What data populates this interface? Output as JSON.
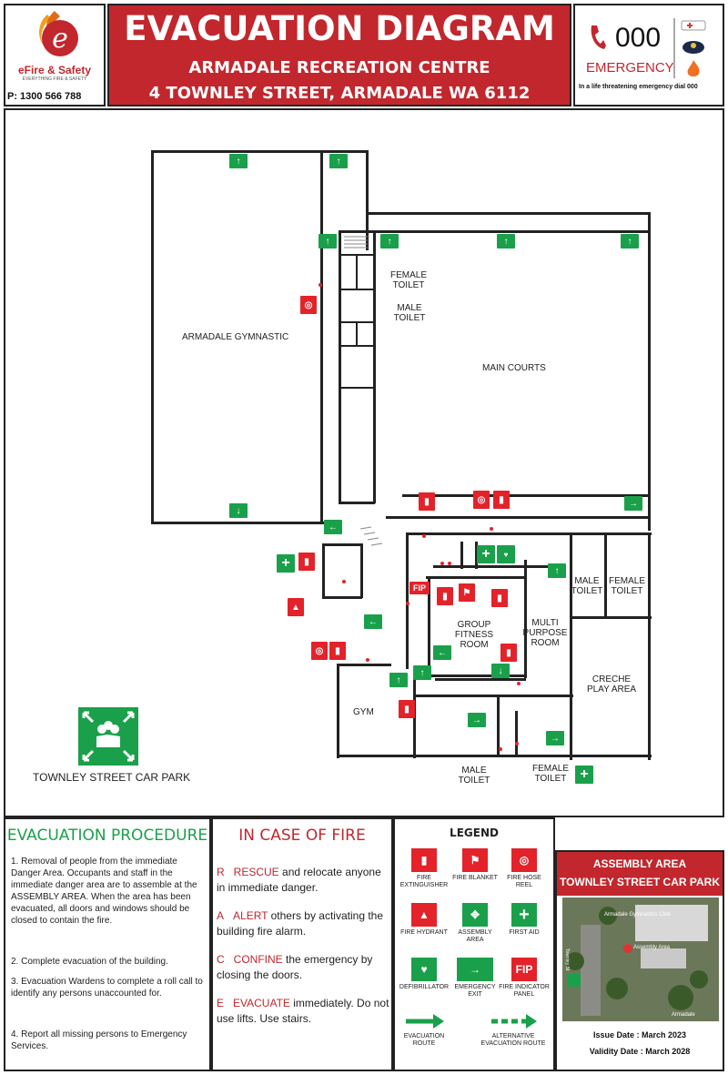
{
  "header": {
    "logo_letter": "e",
    "brand": "eFire & Safety",
    "tagline": "EVERYTHING FIRE & SAFETY",
    "phone": "P: 1300 566 788",
    "title": "EVACUATION DIAGRAM",
    "location": "ARMADALE RECREATION CENTRE",
    "address": "4 TOWNLEY STREET, ARMADALE WA 6112"
  },
  "emergency": {
    "number": "000",
    "label": "EMERGENCY",
    "note": "In a life threatening emergency dial 000"
  },
  "plan": {
    "rooms": {
      "gymnastic": "ARMADALE GYMNASTIC",
      "main_courts": "MAIN COURTS",
      "female_toilet_top": "FEMALE TOILET",
      "male_toilet_top": "MALE TOILET",
      "group_fitness": "GROUP FITNESS ROOM",
      "multi_purpose": "MULTI PURPOSE ROOM",
      "male_toilet_right": "MALE TOILET",
      "female_toilet_right": "FEMALE TOILET",
      "creche": "CRECHE PLAY AREA",
      "gym": "GYM",
      "male_toilet_bottom": "MALE TOILET",
      "female_toilet_bottom": "FEMALE TOILET",
      "car_park": "TOWNLEY STREET CAR PARK"
    },
    "fip_label": "FIP"
  },
  "procedure": {
    "title": "EVACUATION PROCEDURE",
    "items": [
      "1. Removal of people from the immediate Danger Area. Occupants and staff in the immediate danger area are to assemble at the ASSEMBLY AREA. When the area has been evacuated, all doors and windows should be closed to contain the fire.",
      "2. Complete evacuation of the building.",
      "3. Evacuation Wardens to complete a roll call to identify any persons unaccounted for.",
      "4. Report all missing persons to Emergency Services."
    ]
  },
  "fire": {
    "title": "IN CASE OF FIRE",
    "steps": [
      {
        "letter": "R",
        "keyword": "RESCUE",
        "text": " and relocate anyone in immediate danger."
      },
      {
        "letter": "A",
        "keyword": "ALERT",
        "text": " others by activating the building fire alarm."
      },
      {
        "letter": "C",
        "keyword": "CONFINE",
        "text": " the emergency by closing the doors."
      },
      {
        "letter": "E",
        "keyword": "EVACUATE",
        "text": " immediately. Do not use lifts. Use stairs."
      }
    ]
  },
  "legend": {
    "title": "LEGEND",
    "items": [
      {
        "label": "FIRE EXTINGUISHER",
        "icon": "extinguisher-icon"
      },
      {
        "label": "FIRE BLANKET",
        "icon": "fire-blanket-icon"
      },
      {
        "label": "FIRE HOSE REEL",
        "icon": "hose-reel-icon"
      },
      {
        "label": "FIRE HYDRANT",
        "icon": "hydrant-icon"
      },
      {
        "label": "ASSEMBLY AREA",
        "icon": "assembly-icon"
      },
      {
        "label": "FIRST AID",
        "icon": "first-aid-icon"
      },
      {
        "label": "DEFIBRILLATOR",
        "icon": "defibrillator-icon"
      },
      {
        "label": "EMERGENCY EXIT",
        "icon": "exit-icon"
      },
      {
        "label": "FIRE INDICATOR PANEL",
        "icon": "fip-icon"
      },
      {
        "label": "EVACUATION ROUTE",
        "icon": "route-arrow-icon"
      },
      {
        "label": "ALTERNATIVE EVACUATION ROUTE",
        "icon": "dashed-route-arrow-icon"
      }
    ],
    "fip_text": "FIP"
  },
  "assembly": {
    "title_line1": "ASSEMBLY AREA",
    "title_line2": "TOWNLEY STREET CAR PARK",
    "map_label_club": "Armadale Gymnastics Club",
    "map_label_area": "Assembly Area",
    "map_label_street": "Townley St",
    "map_label_armadale": "Armadale",
    "issue_date": "Issue Date : March 2023",
    "validity_date": "Validity Date : March 2028"
  },
  "colors": {
    "brand_red": "#c1272d",
    "safety_green": "#1aa04a",
    "fire_red": "#e3222a"
  }
}
